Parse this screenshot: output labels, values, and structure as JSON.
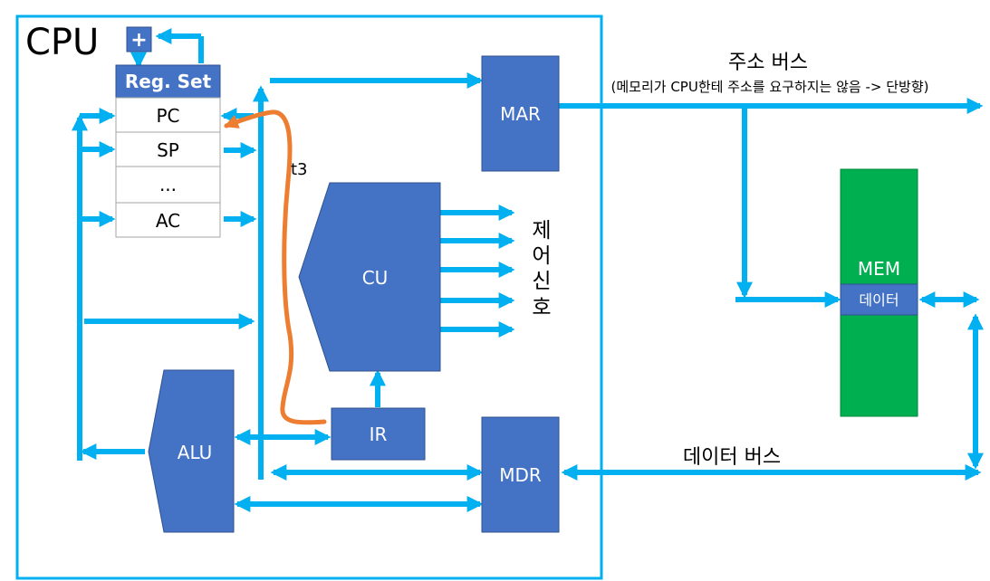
{
  "cpu": {
    "title": "CPU",
    "plus": "+"
  },
  "registers": {
    "header": "Reg. Set",
    "items": [
      "PC",
      "SP",
      "...",
      "AC"
    ]
  },
  "units": {
    "mar": "MAR",
    "mdr": "MDR",
    "cu": "CU",
    "ir": "IR",
    "alu": "ALU",
    "mem": "MEM",
    "mem_cell": "데이터"
  },
  "labels": {
    "t3": "t3",
    "control_signal": [
      "제",
      "어",
      "신",
      "호"
    ],
    "address_bus": "주소 버스",
    "address_bus_note": "(메모리가 CPU한테 주소를 요구하지는 않음 -> 단방향)",
    "data_bus": "데이터 버스"
  },
  "colors": {
    "bus": "#00b0f0",
    "unit": "#4472c4",
    "unit_border": "#2f528f",
    "mem": "#00b050",
    "highlight": "#ed7d31",
    "cpu_border": "#00b0f0"
  }
}
